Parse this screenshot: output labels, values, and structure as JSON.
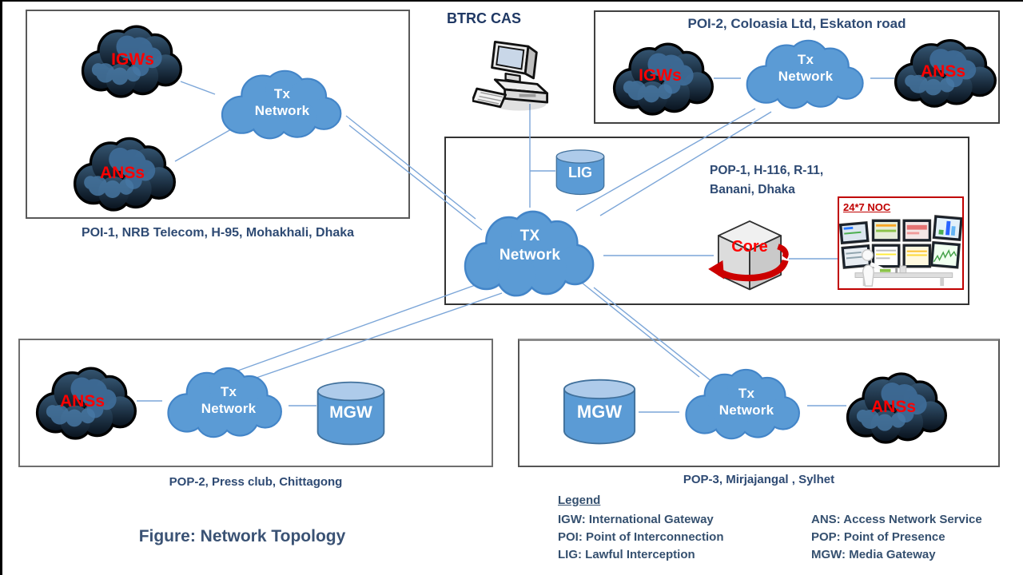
{
  "figure": {
    "caption": "Figure: Network Topology"
  },
  "btrc": {
    "label": "BTRC CAS"
  },
  "poi1": {
    "caption": "POI-1, NRB Telecom, H-95, Mohakhali, Dhaka",
    "igws_label": "IGWs",
    "anss_label": "ANSs",
    "tx_label": "Tx Network"
  },
  "poi2": {
    "title": "POI-2, Coloasia  Ltd, Eskaton road",
    "igws_label": "IGWs",
    "anss_label": "ANSs",
    "tx_label": "Tx Network"
  },
  "pop1": {
    "address_line1": "POP-1, H-116, R-11,",
    "address_line2": "Banani, Dhaka",
    "lig_label": "LIG",
    "tx_label": "TX Network",
    "core_label": "Core",
    "noc_label": "24*7 NOC"
  },
  "pop2": {
    "caption": "POP-2, Press club, Chittagong",
    "anss_label": "ANSs",
    "tx_label": "Tx Network",
    "mgw_label": "MGW"
  },
  "pop3": {
    "caption": "POP-3, Mirjajangal , Sylhet",
    "mgw_label": "MGW",
    "tx_label": "Tx Network",
    "anss_label": "ANSs"
  },
  "legend": {
    "title": "Legend",
    "col1": [
      "IGW: International Gateway",
      "POI: Point of Interconnection",
      "LIG: Lawful Interception"
    ],
    "col2": [
      "ANS: Access Network Service",
      "POP: Point of Presence",
      "MGW: Media Gateway"
    ]
  },
  "colors": {
    "cloud_blue": "#5B9BD5",
    "line_blue": "#7CA6D8",
    "label_navy": "#2E4A73",
    "accent_red": "#FF0000",
    "noc_border_red": "#C00000"
  }
}
